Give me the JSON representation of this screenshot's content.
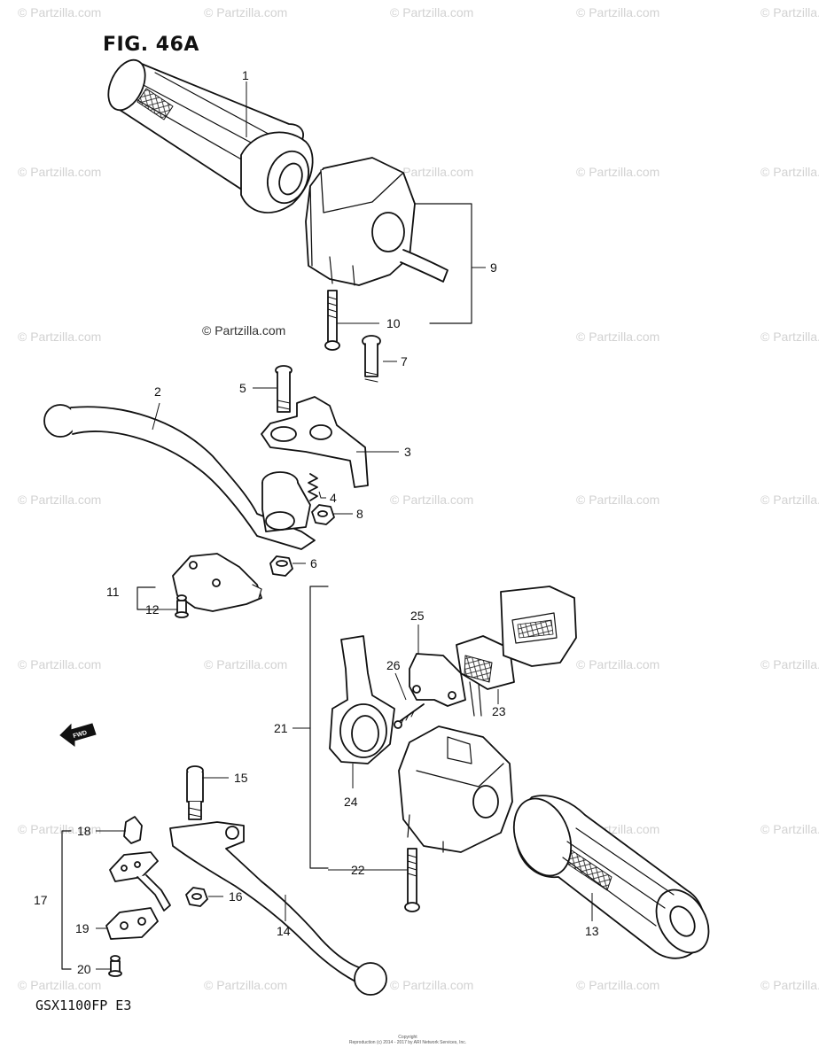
{
  "figure_title": "FIG. 46A",
  "model_code": "GSX1100FP  E3",
  "credit": {
    "line1": "Copyright",
    "line2": "Reproduction (c) 2014 - 2017 by ARI Network Services, Inc."
  },
  "watermark_text": "© Partzilla.com",
  "fwd_label": "FWD",
  "callouts": {
    "c1": "1",
    "c2": "2",
    "c3": "3",
    "c4": "4",
    "c5": "5",
    "c6": "6",
    "c7": "7",
    "c8": "8",
    "c9": "9",
    "c10": "10",
    "c11": "11",
    "c12": "12",
    "c13": "13",
    "c14": "14",
    "c15": "15",
    "c16": "16",
    "c17": "17",
    "c18": "18",
    "c19": "19",
    "c20": "20",
    "c21": "21",
    "c22": "22",
    "c23": "23",
    "c24": "24",
    "c25": "25",
    "c26": "26"
  }
}
